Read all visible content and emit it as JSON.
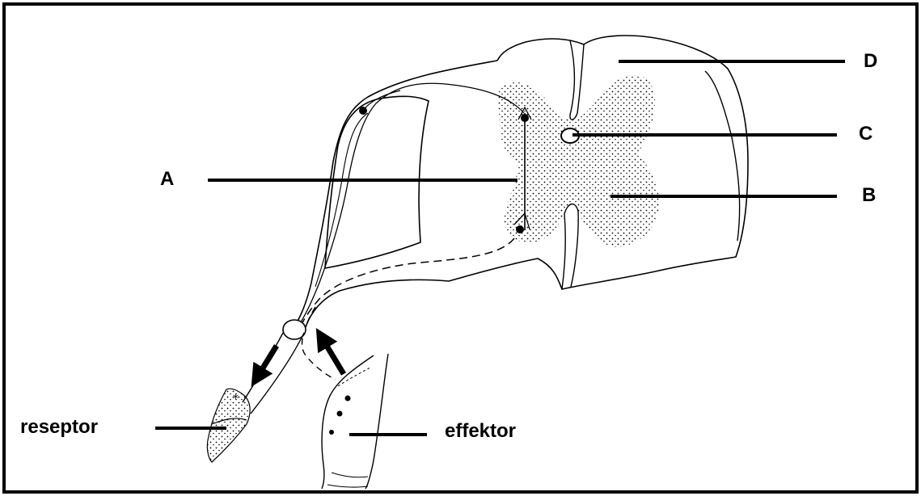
{
  "labels": {
    "a": "A",
    "b": "B",
    "c": "C",
    "d": "D",
    "receptor": "reseptor",
    "effector": "effektor"
  },
  "colors": {
    "ink": "#000000",
    "background": "#ffffff"
  }
}
